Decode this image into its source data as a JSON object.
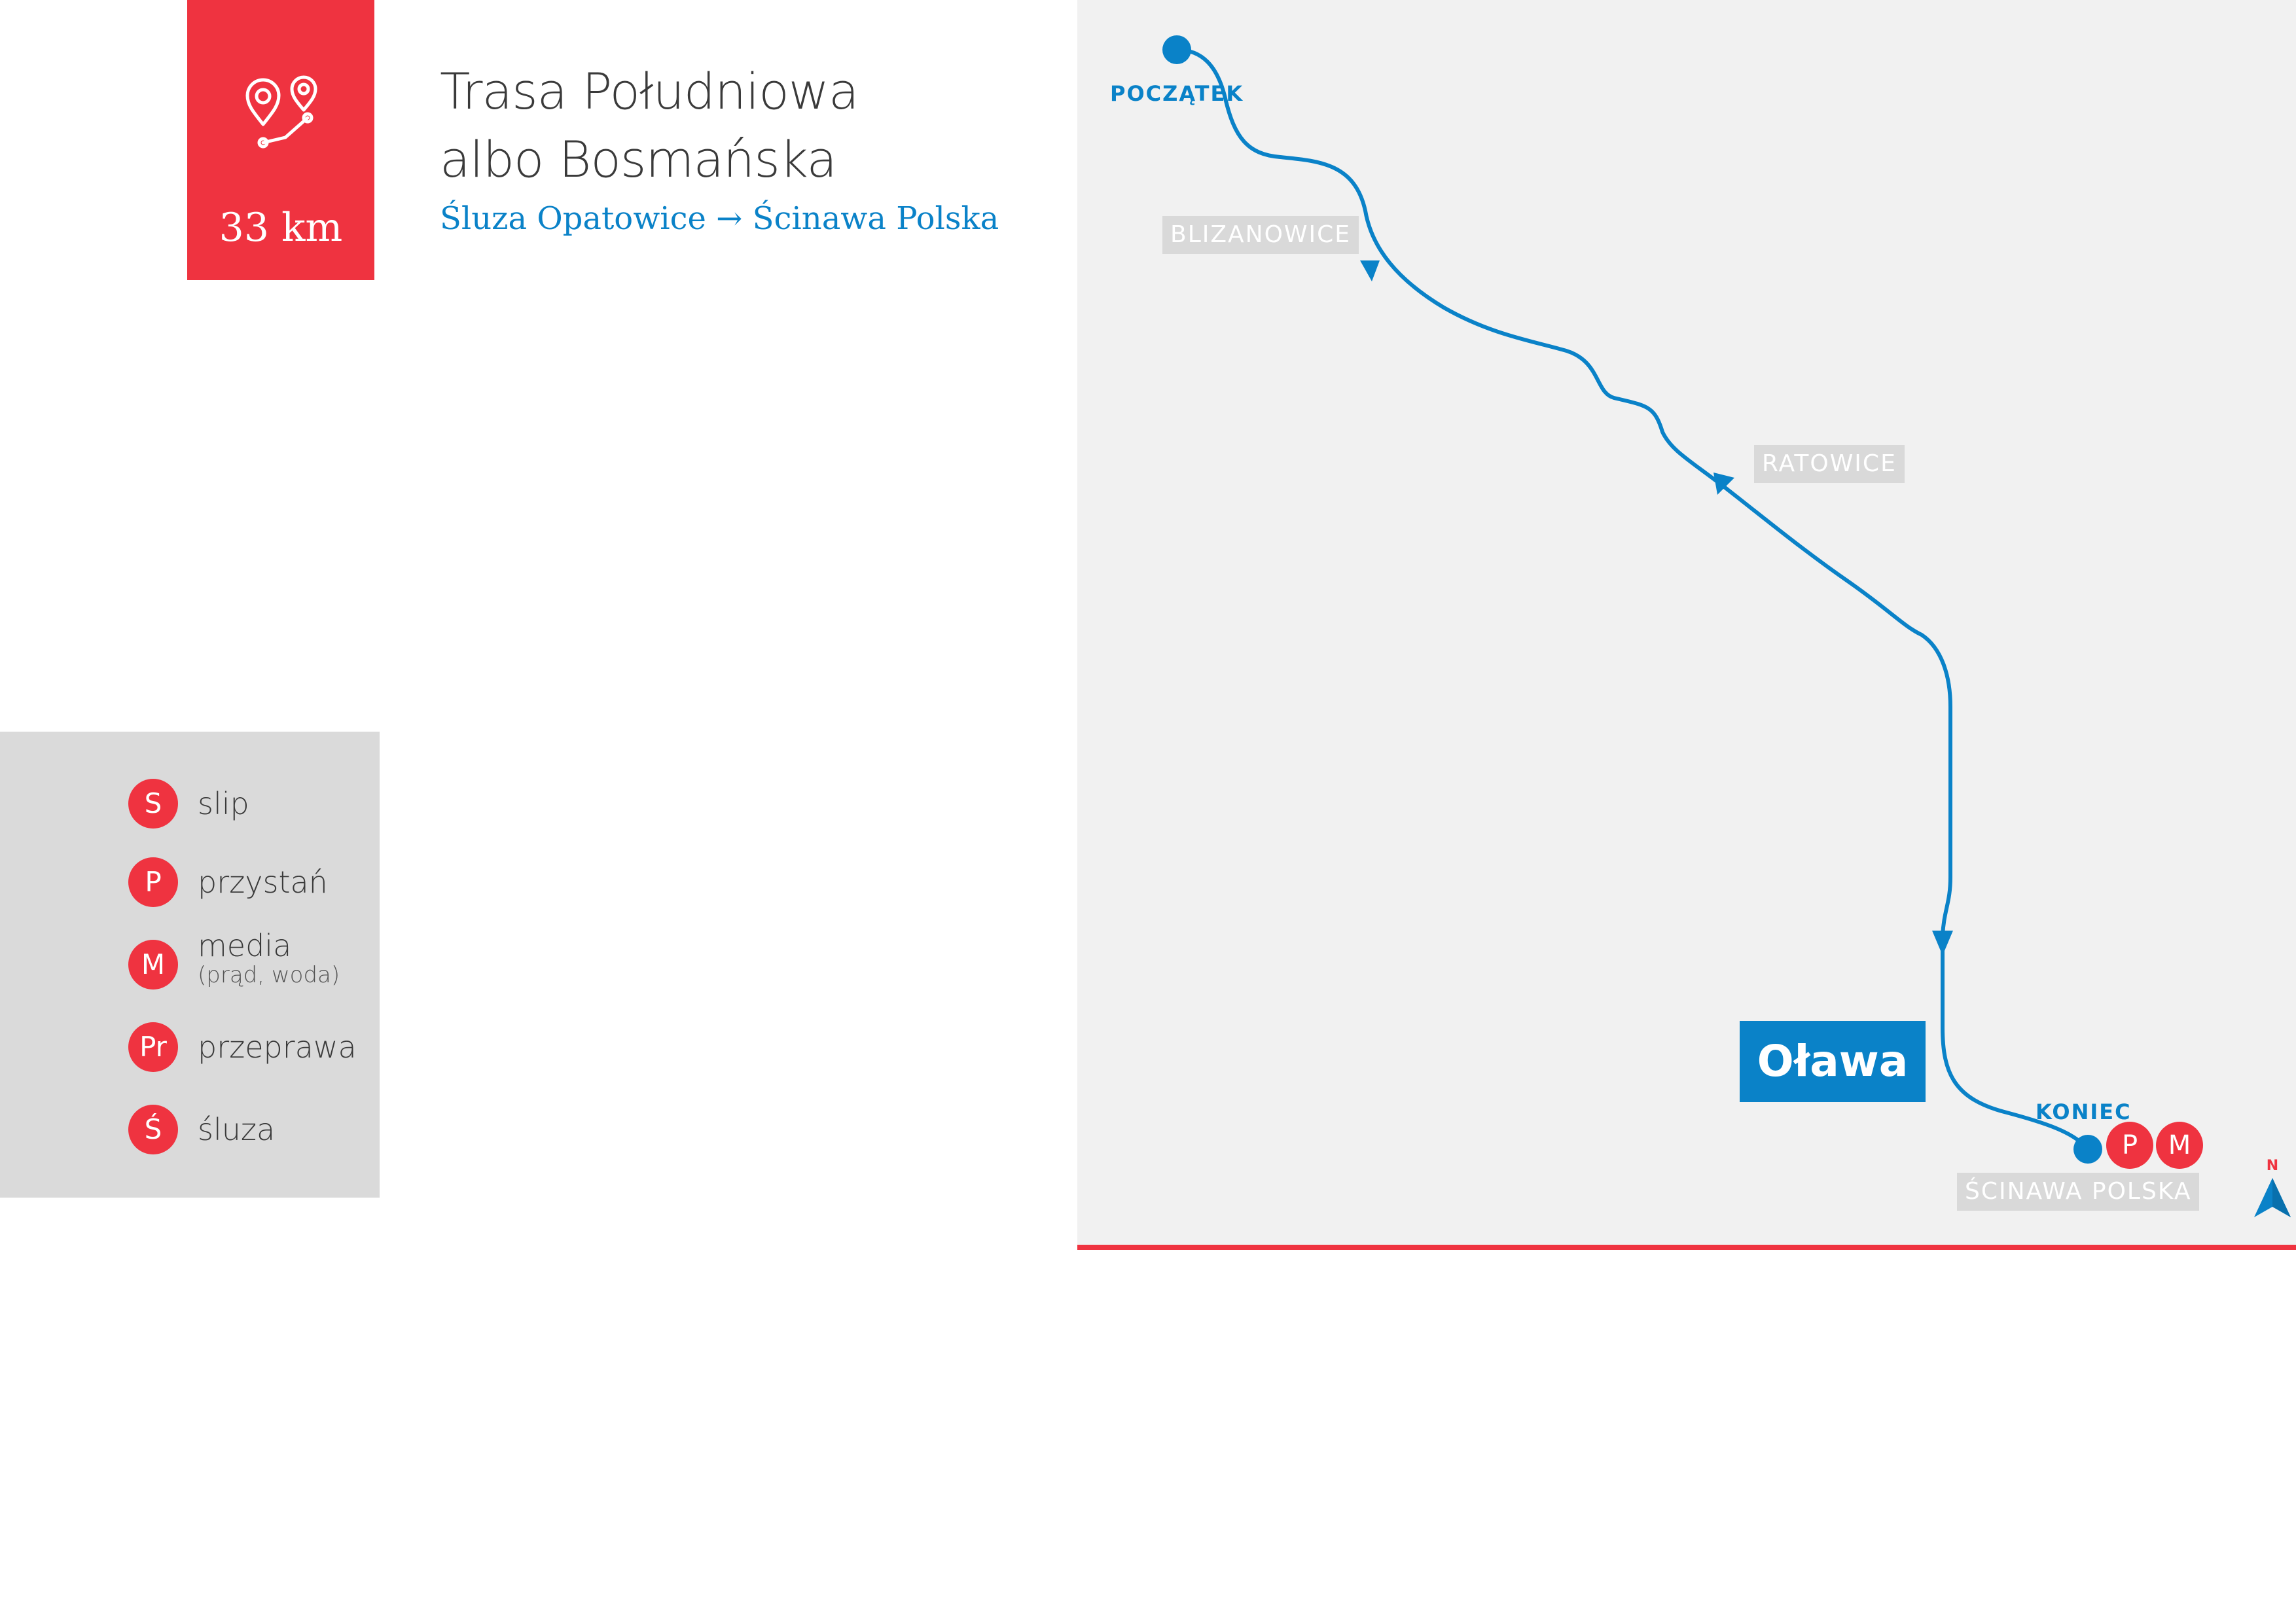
{
  "route": {
    "distance": "33 km",
    "icon": "route-pins-icon",
    "title_line1": "Trasa Południowa",
    "title_line2": "albo Bosmańska",
    "subtitle": "Śluza Opatowice → Ścinawa Polska"
  },
  "legend": {
    "items": [
      {
        "badge": "S",
        "label": "slip"
      },
      {
        "badge": "P",
        "label": "przystań"
      },
      {
        "badge": "M",
        "label": "media",
        "note": "(prąd, woda)"
      },
      {
        "badge": "Pr",
        "label": "przeprawa"
      },
      {
        "badge": "Ś",
        "label": "śluza"
      }
    ]
  },
  "map": {
    "start_label": "POCZĄTEK",
    "end_label": "KONIEC",
    "places": [
      "BLIZANOWICE",
      "RATOWICE",
      "ŚCINAWA POLSKA"
    ],
    "city": "Oława",
    "end_badges": [
      "P",
      "M"
    ],
    "north_label": "N",
    "colors": {
      "route": "#0a82c8",
      "accent": "#ef3340",
      "label_bg": "#d9d9d9",
      "panel": "#f1f1f1"
    }
  }
}
